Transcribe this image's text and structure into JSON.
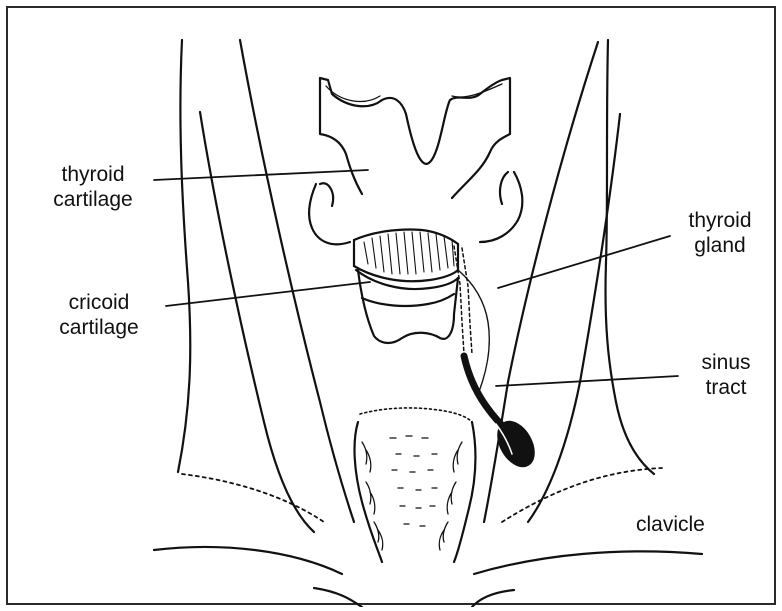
{
  "labels": {
    "thyroid_cartilage": [
      "thyroid",
      "cartilage"
    ],
    "cricoid_cartilage": [
      "cricoid",
      "cartilage"
    ],
    "thyroid_gland": [
      "thyroid",
      "gland"
    ],
    "sinus_tract": [
      "sinus",
      "tract"
    ],
    "clavicle": "clavicle"
  },
  "colors": {
    "ink": "#111111",
    "background": "#ffffff",
    "border": "#2a2a2a"
  }
}
